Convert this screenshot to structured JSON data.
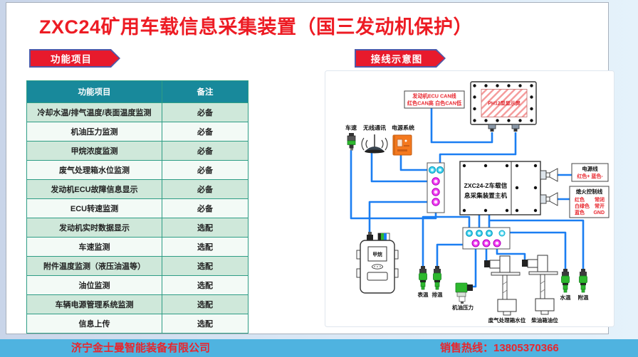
{
  "page": {
    "title": "ZXC24矿用车载信息采集装置（国三发动机保护）",
    "footer": {
      "company": "济宁金士曼智能装备有限公司",
      "hotline": "销售热线：13805370366"
    }
  },
  "colors": {
    "title_red": "#ED1C24",
    "banner_red": "#E81A2C",
    "banner_border_blue": "#4F58A8",
    "table_header_teal": "#18899B",
    "table_row_green": "#CFE8DA",
    "optional_red": "#F03030",
    "wire_blue": "#1B7EF2",
    "footer_blue": "#4FB3E0",
    "power_box_orange": "#F4791F",
    "connector_cyan": "#3FD4F0",
    "connector_magenta": "#F23CF2",
    "sensor_green": "#2EB82E"
  },
  "function_table": {
    "banner": "功能项目",
    "headers": [
      "功能项目",
      "备注"
    ],
    "rows": [
      {
        "name": "冷却水温/排气温度/表面温度监测",
        "remark": "必备",
        "optional": false
      },
      {
        "name": "机油压力监测",
        "remark": "必备",
        "optional": false
      },
      {
        "name": "甲烷浓度监测",
        "remark": "必备",
        "optional": false
      },
      {
        "name": "废气处理箱水位监测",
        "remark": "必备",
        "optional": false
      },
      {
        "name": "发动机ECU故障信息显示",
        "remark": "必备",
        "optional": false
      },
      {
        "name": "ECU转速监测",
        "remark": "必备",
        "optional": false
      },
      {
        "name": "发动机实时数据显示",
        "remark": "选配",
        "optional": true
      },
      {
        "name": "车速监测",
        "remark": "选配",
        "optional": true
      },
      {
        "name": "附件温度监测（液压油温等）",
        "remark": "选配",
        "optional": true
      },
      {
        "name": "油位监测",
        "remark": "选配",
        "optional": true
      },
      {
        "name": "车辆电源管理系统监测",
        "remark": "选配",
        "optional": true
      },
      {
        "name": "信息上传",
        "remark": "选配",
        "optional": true
      }
    ]
  },
  "wiring": {
    "banner": "接线示意图",
    "ecu_note_line1": "发动机ECU    CAN线",
    "ecu_note_line2": "红色CAN高   白色CAN低",
    "display_label": "PH12型显示屏",
    "speed_label": "车速",
    "wireless_label": "无线通讯",
    "power_sys_label": "电源系统",
    "main_unit_line1": "ZXC24-Z车载信",
    "main_unit_line2": "息采集装置主机",
    "power_note_title": "电源线",
    "power_note_line": "红色+  蓝色-",
    "kill_note_title": "熄火控制线",
    "kill_rows": [
      {
        "color": "红色",
        "state": "常闭"
      },
      {
        "color": "白绿色",
        "state": "常开"
      },
      {
        "color": "蓝色",
        "state": "GND"
      }
    ],
    "methane_label": "甲烷",
    "sensor_labels": {
      "surface": "表温",
      "exhaust": "排温",
      "oil_pressure": "机油压力",
      "water_level": "废气处理箱水位",
      "fuel_level": "柴油箱油位",
      "water_temp": "水温",
      "attach_temp": "附温"
    }
  }
}
